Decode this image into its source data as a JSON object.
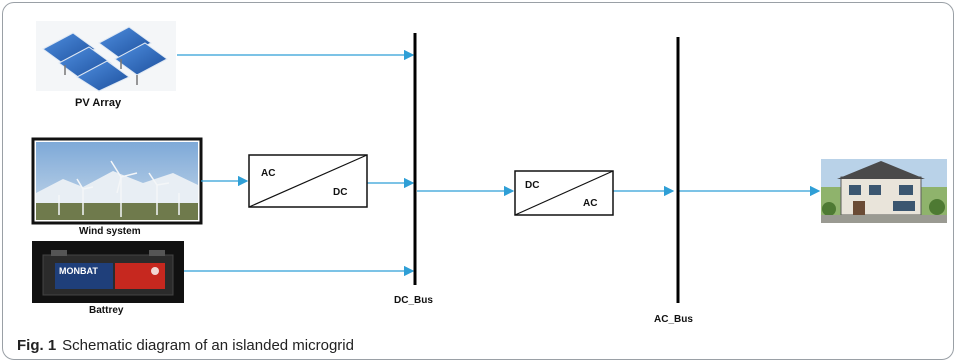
{
  "diagram": {
    "pv_label": "PV Array",
    "wind_label": "Wind system",
    "battery_label": "Battrey",
    "battery_brand": "MONBAT",
    "converter1": {
      "top": "AC",
      "bottom": "DC"
    },
    "converter2": {
      "top": "DC",
      "bottom": "AC"
    },
    "dc_bus_label": "DC_Bus",
    "ac_bus_label": "AC_Bus",
    "colors": {
      "connector": "#2f9fd6",
      "bus": "#000000",
      "panel": "#2d6fc4",
      "sky": "#a9c6e6"
    }
  },
  "caption": {
    "figure": "Fig. 1",
    "text": "Schematic diagram of an islanded microgrid"
  }
}
